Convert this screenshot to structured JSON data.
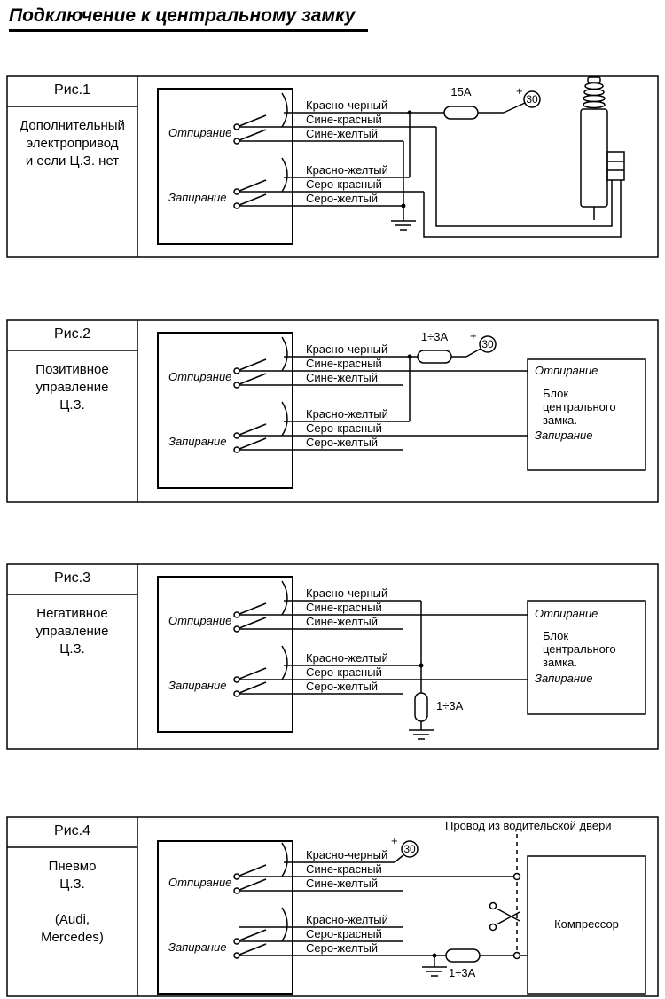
{
  "title": "Подключение к центральному замку",
  "figures": [
    {
      "label": "Рис.1",
      "description": "Дополнительный\nэлектропривод\nи если Ц.З. нет",
      "unlock": "Отпирание",
      "lock": "Запирание",
      "wires": [
        "Красно-черный",
        "Сине-красный",
        "Сине-желтый",
        "Красно-желтый",
        "Серо-красный",
        "Серо-желтый"
      ],
      "fuse": "15А",
      "plus": "+",
      "terminal": "30"
    },
    {
      "label": "Рис.2",
      "description": "Позитивное\nуправление\nЦ.З.",
      "unlock": "Отпирание",
      "lock": "Запирание",
      "wires": [
        "Красно-черный",
        "Сине-красный",
        "Сине-желтый",
        "Красно-желтый",
        "Серо-красный",
        "Серо-желтый"
      ],
      "fuse": "1÷3А",
      "plus": "+",
      "terminal": "30",
      "block": {
        "unlock": "Отпирание",
        "title": "Блок\nцентрального\nзамка.",
        "lock": "Запирание"
      }
    },
    {
      "label": "Рис.3",
      "description": "Негативное\nуправление\nЦ.З.",
      "unlock": "Отпирание",
      "lock": "Запирание",
      "wires": [
        "Красно-черный",
        "Сине-красный",
        "Сине-желтый",
        "Красно-желтый",
        "Серо-красный",
        "Серо-желтый"
      ],
      "fuse": "1÷3А",
      "block": {
        "unlock": "Отпирание",
        "title": "Блок\nцентрального\nзамка.",
        "lock": "Запирание"
      }
    },
    {
      "label": "Рис.4",
      "description": "Пневмо\nЦ.З.\n\n(Audi,\nMercedes)",
      "unlock": "Отпирание",
      "lock": "Запирание",
      "wires": [
        "Красно-черный",
        "Сине-красный",
        "Сине-желтый",
        "Красно-желтый",
        "Серо-красный",
        "Серо-желтый"
      ],
      "fuse": "1÷3А",
      "plus": "+",
      "terminal": "30",
      "door_wire": "Провод из водительской двери",
      "compressor": "Компрессор"
    }
  ]
}
